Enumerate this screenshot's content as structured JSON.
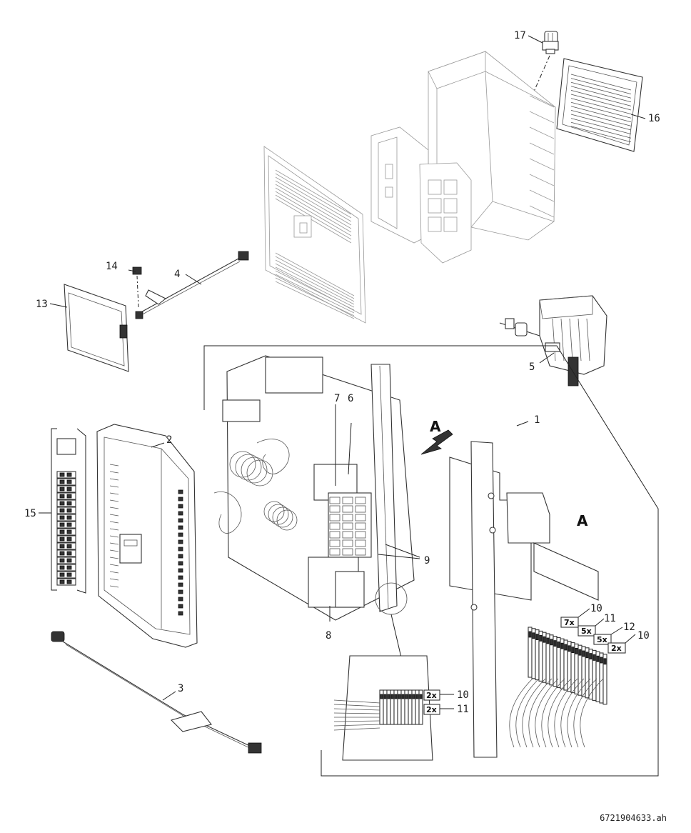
{
  "diagram": {
    "callouts": [
      {
        "id": "c1",
        "text": "1"
      },
      {
        "id": "c2",
        "text": "2"
      },
      {
        "id": "c3",
        "text": "3"
      },
      {
        "id": "c4",
        "text": "4"
      },
      {
        "id": "c5",
        "text": "5"
      },
      {
        "id": "c6",
        "text": "6"
      },
      {
        "id": "c7",
        "text": "7"
      },
      {
        "id": "c8",
        "text": "8"
      },
      {
        "id": "c9",
        "text": "9"
      },
      {
        "id": "c10a",
        "text": "10"
      },
      {
        "id": "c11a",
        "text": "11"
      },
      {
        "id": "c12",
        "text": "12"
      },
      {
        "id": "c10b",
        "text": "10"
      },
      {
        "id": "c10c",
        "text": "10"
      },
      {
        "id": "c11b",
        "text": "11"
      },
      {
        "id": "c13",
        "text": "13"
      },
      {
        "id": "c14",
        "text": "14"
      },
      {
        "id": "c15",
        "text": "15"
      },
      {
        "id": "c16",
        "text": "16"
      },
      {
        "id": "c17",
        "text": "17"
      }
    ],
    "view_labels": {
      "arrow_view": "A",
      "detail_view": "A"
    },
    "badges": {
      "b7x": "7x",
      "b5x_a": "5x",
      "b5x_b": "5x",
      "b2x_a": "2x",
      "b2x_b": "2x",
      "b2x_c": "2x"
    },
    "caption": "6721904633.ah"
  }
}
